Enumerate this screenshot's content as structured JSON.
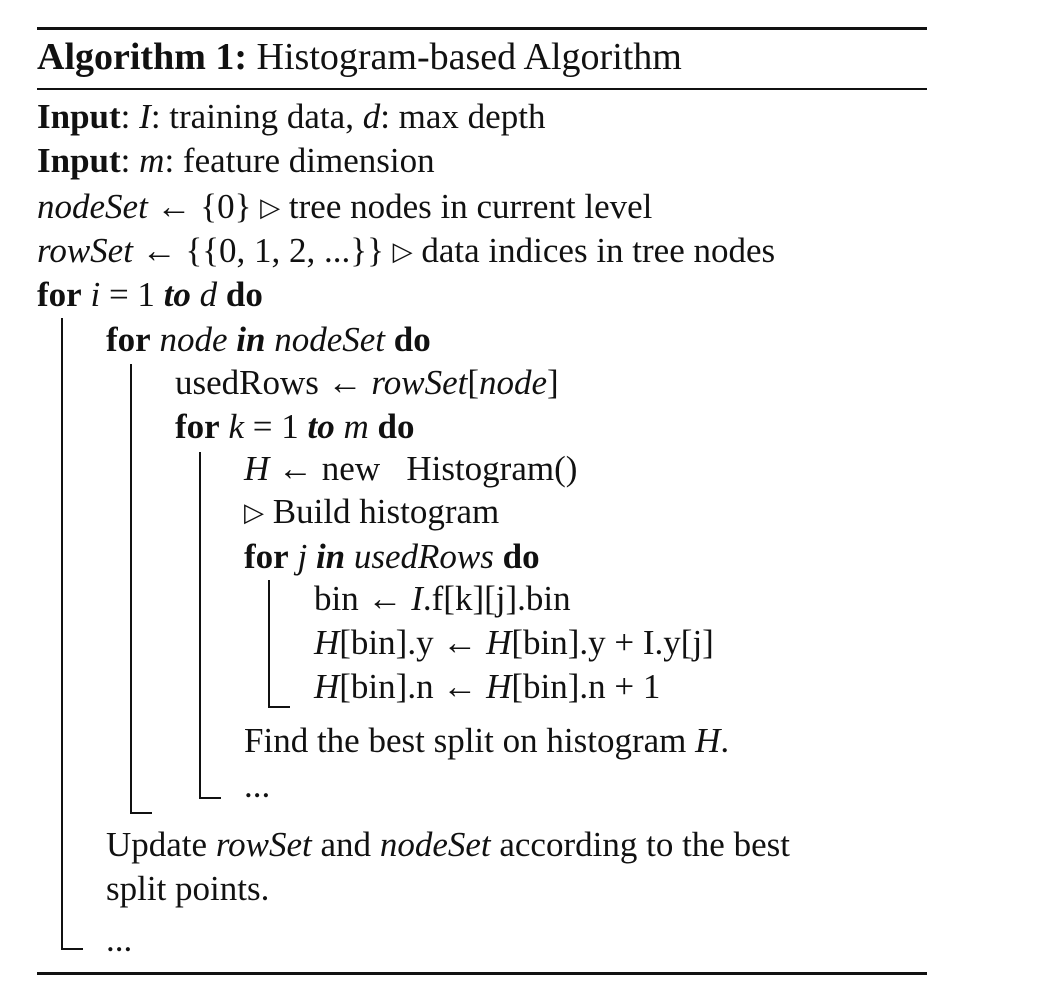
{
  "algorithm": {
    "label": "Algorithm 1:",
    "title": "Histogram-based Algorithm"
  },
  "lines": {
    "in1_kw": "Input",
    "in1_rest_a": ": ",
    "in1_var_I": "I",
    "in1_rest_b": ": training data, ",
    "in1_var_d": "d",
    "in1_rest_c": ": max depth",
    "in2_kw": "Input",
    "in2_rest_a": ": ",
    "in2_var_m": "m",
    "in2_rest_b": ": feature dimension",
    "nodeset_var": "nodeSet",
    "nodeset_assign": " ← {0} ",
    "nodeset_comment": "tree nodes in current level",
    "rowset_var": "rowSet",
    "rowset_assign": " ← {{0, 1, 2, ...}} ",
    "rowset_comment": "data indices in tree nodes",
    "for1_kw_for": "for",
    "for1_var_i": "i",
    "for1_eq": " = 1 ",
    "for1_kw_to": "to",
    "for1_var_d": "d",
    "for1_kw_do": "do",
    "for2_kw_for": "for",
    "for2_var_node": "node",
    "for2_kw_in": "in",
    "for2_var_nodeset": "nodeSet",
    "for2_kw_do": "do",
    "used_text": "usedRows ← ",
    "used_var_rowset": "rowSet",
    "used_bracket_open": "[",
    "used_var_node": "node",
    "used_bracket_close": "]",
    "for3_kw_for": "for",
    "for3_var_k": "k",
    "for3_eq": " = 1 ",
    "for3_kw_to": "to",
    "for3_var_m": "m",
    "for3_kw_do": "do",
    "h_var": "H",
    "h_rest": " ← new   Histogram()",
    "build_comment": "Build histogram",
    "for4_kw_for": "for",
    "for4_var_j": "j",
    "for4_kw_in": "in",
    "for4_var_used": "usedRows",
    "for4_kw_do": "do",
    "bin_text": "bin ← ",
    "bin_var_I": "I",
    "bin_rest": ".f[k][j].bin",
    "hy_var1": "H",
    "hy_mid": "[bin].y ← ",
    "hy_var2": "H",
    "hy_rest": "[bin].y + I.y[j]",
    "hn_var1": "H",
    "hn_mid": "[bin].n ← ",
    "hn_var2": "H",
    "hn_rest": "[bin].n + 1",
    "find_text": "Find the best split on histogram ",
    "find_var": "H",
    "find_end": ".",
    "ellipsis_inner": "...",
    "update_a": "Update ",
    "update_var_rowset": "rowSet",
    "update_b": " and ",
    "update_var_nodeset": "nodeSet",
    "update_c": " according to the best",
    "update_cont": "split points.",
    "ellipsis_outer": "..."
  },
  "symbols": {
    "comment_triangle": "▷"
  }
}
